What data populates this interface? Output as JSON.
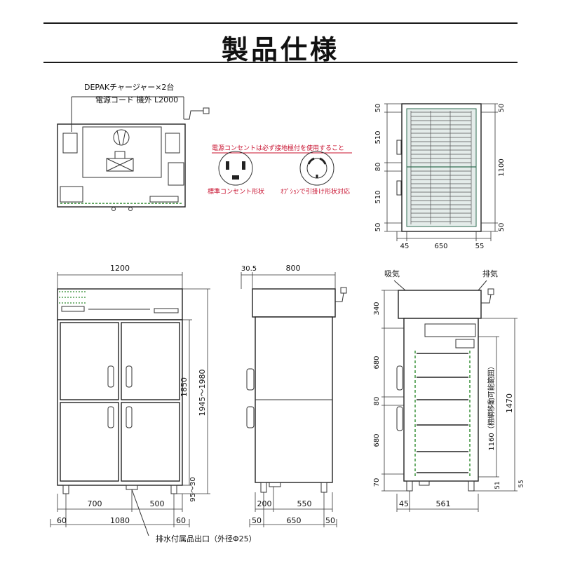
{
  "header": {
    "title": "製品仕様"
  },
  "power_note": {
    "charger": "DEPAKチャージャー×2台",
    "cord": "電源コード 機外 L2000",
    "warning": "電源コンセントは必ず接地極付を使用すること",
    "standard_outlet": "標準コンセント形状",
    "option_outlet": "ｵﾌﾟｼｮﾝで引掛け形状対応"
  },
  "top_view": {
    "dims_left": [
      "50",
      "510",
      "80",
      "510",
      "50"
    ],
    "dims_right": [
      "50",
      "1100",
      "50"
    ],
    "dims_bottom": [
      "45",
      "650",
      "55"
    ]
  },
  "front_view": {
    "width": "1200",
    "height_body": "1850",
    "height_total": "1945～1980",
    "leg_height": "95～30",
    "door_left": "700",
    "door_right": "500",
    "margin_left": "60",
    "inner_width": "1080",
    "margin_right": "60",
    "drain_note": "排水付属品出口（外径Φ25）"
  },
  "side_view": {
    "offset": "30.5",
    "depth": "800",
    "leg_front": "200",
    "leg_span": "550",
    "bottom_left": "50",
    "bottom_mid": "650",
    "bottom_right": "50"
  },
  "section_view": {
    "intake": "吸気",
    "exhaust": "排気",
    "dims_left": [
      "340",
      "680",
      "80",
      "680",
      "70"
    ],
    "shelf_range": "1160（棚網移動可能範囲）",
    "height_inner": "1470",
    "dims_right_small": [
      "51",
      "55"
    ],
    "bottom_left": "45",
    "bottom_mid": "561"
  }
}
